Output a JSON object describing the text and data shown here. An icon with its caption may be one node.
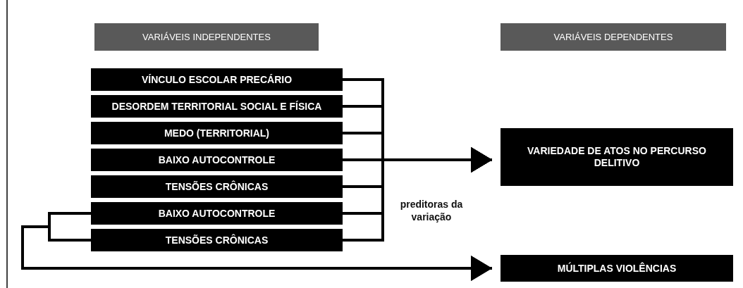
{
  "diagram": {
    "nodes": [
      {
        "text": [
          "VARIÁVEIS INDEPENDENTES"
        ]
      },
      {
        "text": [
          "VARIÁVEIS DEPENDENTES"
        ]
      },
      {
        "text": [
          "VÍNCULO ESCOLAR PRECÁRIO"
        ]
      },
      {
        "text": [
          "DESORDEM TERRITORIAL SOCIAL E FÍSICA"
        ]
      },
      {
        "text": [
          "MEDO (TERRITORIAL)"
        ]
      },
      {
        "text": [
          "BAIXO AUTOCONTROLE"
        ]
      },
      {
        "text": [
          "TENSÕES CRÔNICAS"
        ]
      },
      {
        "text": [
          "BAIXO AUTOCONTROLE"
        ]
      },
      {
        "text": [
          "TENSÕES CRÔNICAS"
        ]
      },
      {
        "text": [
          "VARIEDADE DE ATOS NO PERCURSO DELITIVO"
        ]
      },
      {
        "text": [
          "MÚLTIPLAS VIOLÊNCIAS"
        ]
      }
    ],
    "edges": [
      {
        "from": 2,
        "to": 9,
        "arrow": "to"
      },
      {
        "from": 3,
        "to": 9,
        "arrow": "to"
      },
      {
        "from": 4,
        "to": 9,
        "arrow": "to"
      },
      {
        "from": 5,
        "to": 9,
        "arrow": "to"
      },
      {
        "from": 6,
        "to": 9,
        "arrow": "to"
      },
      {
        "from": 7,
        "to": 9,
        "arrow": "to"
      },
      {
        "from": 8,
        "to": 9,
        "arrow": "to"
      },
      {
        "from": 7,
        "to": 10,
        "arrow": "to"
      },
      {
        "from": 8,
        "to": 10,
        "arrow": "to"
      }
    ],
    "labels": [
      "preditoras da variação"
    ]
  }
}
